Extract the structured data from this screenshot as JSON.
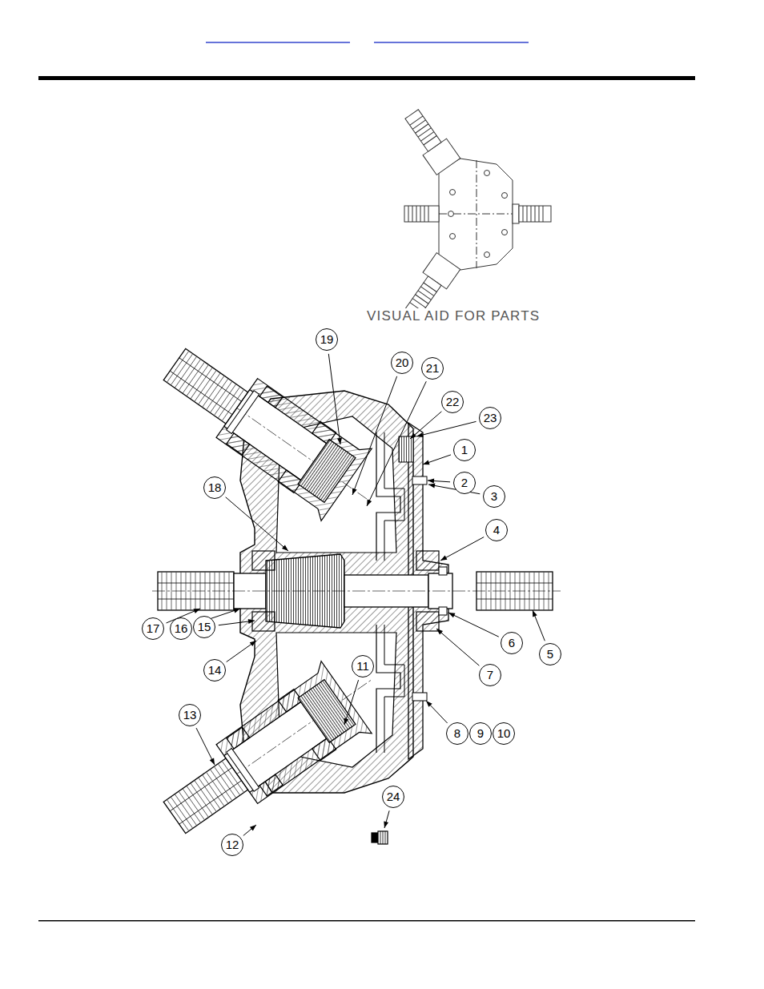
{
  "diagram": {
    "labels": [
      "VISUAL AID FOR PARTS",
      "19",
      "20",
      "21",
      "22",
      "23",
      "1",
      "2",
      "3",
      "18",
      "4",
      "17",
      "16",
      "15",
      "5",
      "6",
      "7",
      "14",
      "13",
      "8",
      "9",
      "10",
      "11",
      "24",
      "12"
    ]
  }
}
